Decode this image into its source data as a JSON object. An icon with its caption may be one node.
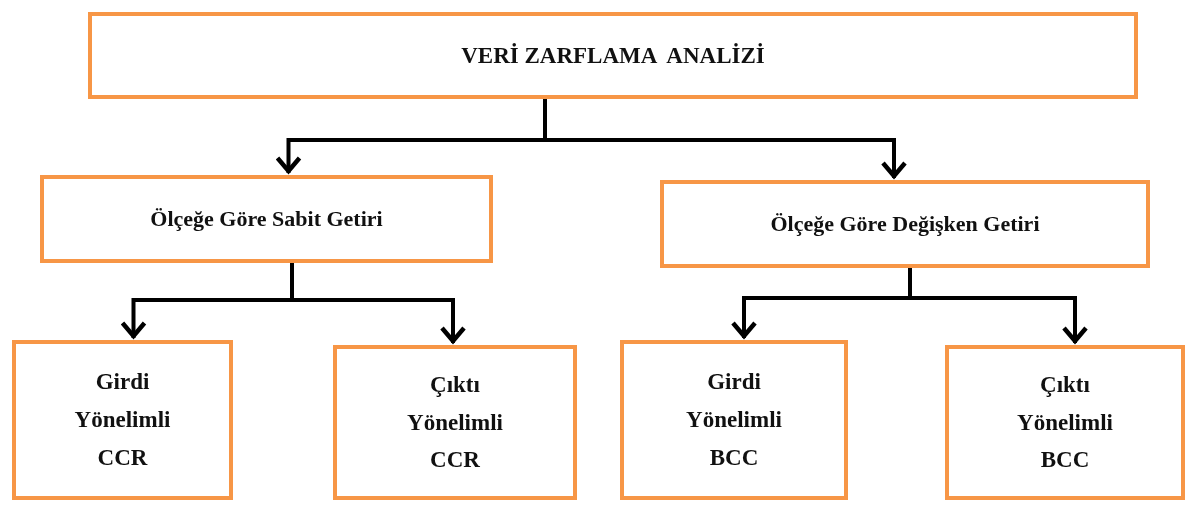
{
  "diagram": {
    "nodes": [
      {
        "text": [
          "VERİ ZARFLAMA  ANALİZİ"
        ]
      },
      {
        "text": [
          "Ölçeğe Göre Sabit Getiri"
        ]
      },
      {
        "text": [
          "Ölçeğe Göre Değişken Getiri"
        ]
      },
      {
        "text": [
          "Girdi Yönelimli CCR"
        ]
      },
      {
        "text": [
          "Çıktı Yönelimli CCR"
        ]
      },
      {
        "text": [
          "Girdi Yönelimli BCC"
        ]
      },
      {
        "text": [
          "Çıktı Yönelimli BCC"
        ]
      }
    ],
    "edges": [
      {
        "from": 0,
        "to": 1,
        "arrow": "to"
      },
      {
        "from": 0,
        "to": 2,
        "arrow": "to"
      },
      {
        "from": 1,
        "to": 3,
        "arrow": "to"
      },
      {
        "from": 1,
        "to": 4,
        "arrow": "to"
      },
      {
        "from": 2,
        "to": 5,
        "arrow": "to"
      },
      {
        "from": 2,
        "to": 6,
        "arrow": "to"
      }
    ]
  }
}
